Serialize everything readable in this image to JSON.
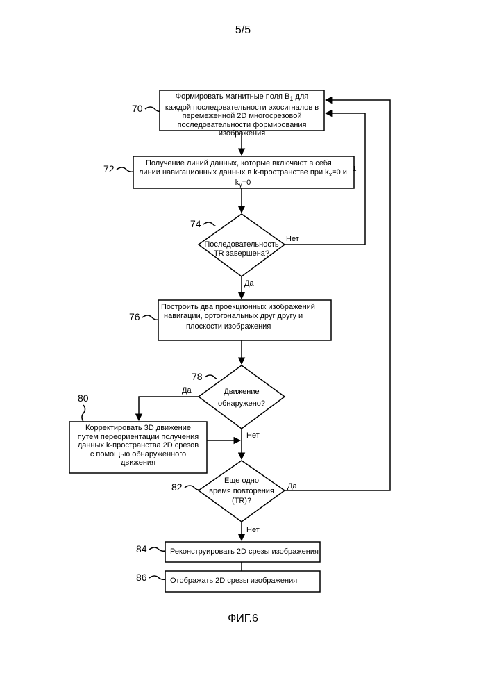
{
  "page_number": "5/5",
  "figure_caption": "ФИГ.6",
  "blocks": {
    "b70": {
      "ref": "70",
      "lines": [
        "Формировать магнитные поля B",
        "каждой последовательности эхосигналов в",
        "перемеженной 2D многосрезовой",
        "последовательности формирования",
        "изображения"
      ],
      "sub": "1",
      "suffix": " для"
    },
    "b72": {
      "ref": "72",
      "line1": "Получение линий данных, которые включают в себя",
      "line2a": "линии навигационных данных в k-пространстве при k",
      "line2_sub": "x",
      "line2b": "=0 и",
      "line3a": "k",
      "line3_sub": "y",
      "line3b": "=0",
      "mark": "1"
    },
    "d74": {
      "ref": "74",
      "line1": "Последовательность",
      "line2": "TR завершена?",
      "no": "Нет",
      "yes": "Да"
    },
    "b76": {
      "ref": "76",
      "line1": "Построить два проекционных изображений",
      "line2": "навигации, ортогональных друг другу и",
      "line3": "плоскости изображения"
    },
    "d78": {
      "ref": "78",
      "line1": "Движение",
      "line2": "обнаружено?",
      "yes": "Да",
      "no": "Нет"
    },
    "b80": {
      "ref": "80",
      "lines": [
        "Корректировать 3D движение",
        "путем переориентации получения",
        "данных k-пространства 2D срезов",
        "с помощью обнаруженного",
        "движения"
      ]
    },
    "d82": {
      "ref": "82",
      "line1": "Еще одно",
      "line2": "время повторения",
      "line3": "(TR)?",
      "yes": "Да",
      "no": "Нет"
    },
    "b84": {
      "ref": "84",
      "label": "Реконструировать 2D срезы изображения"
    },
    "b86": {
      "ref": "86",
      "label": "Отображать 2D срезы изображения"
    }
  }
}
